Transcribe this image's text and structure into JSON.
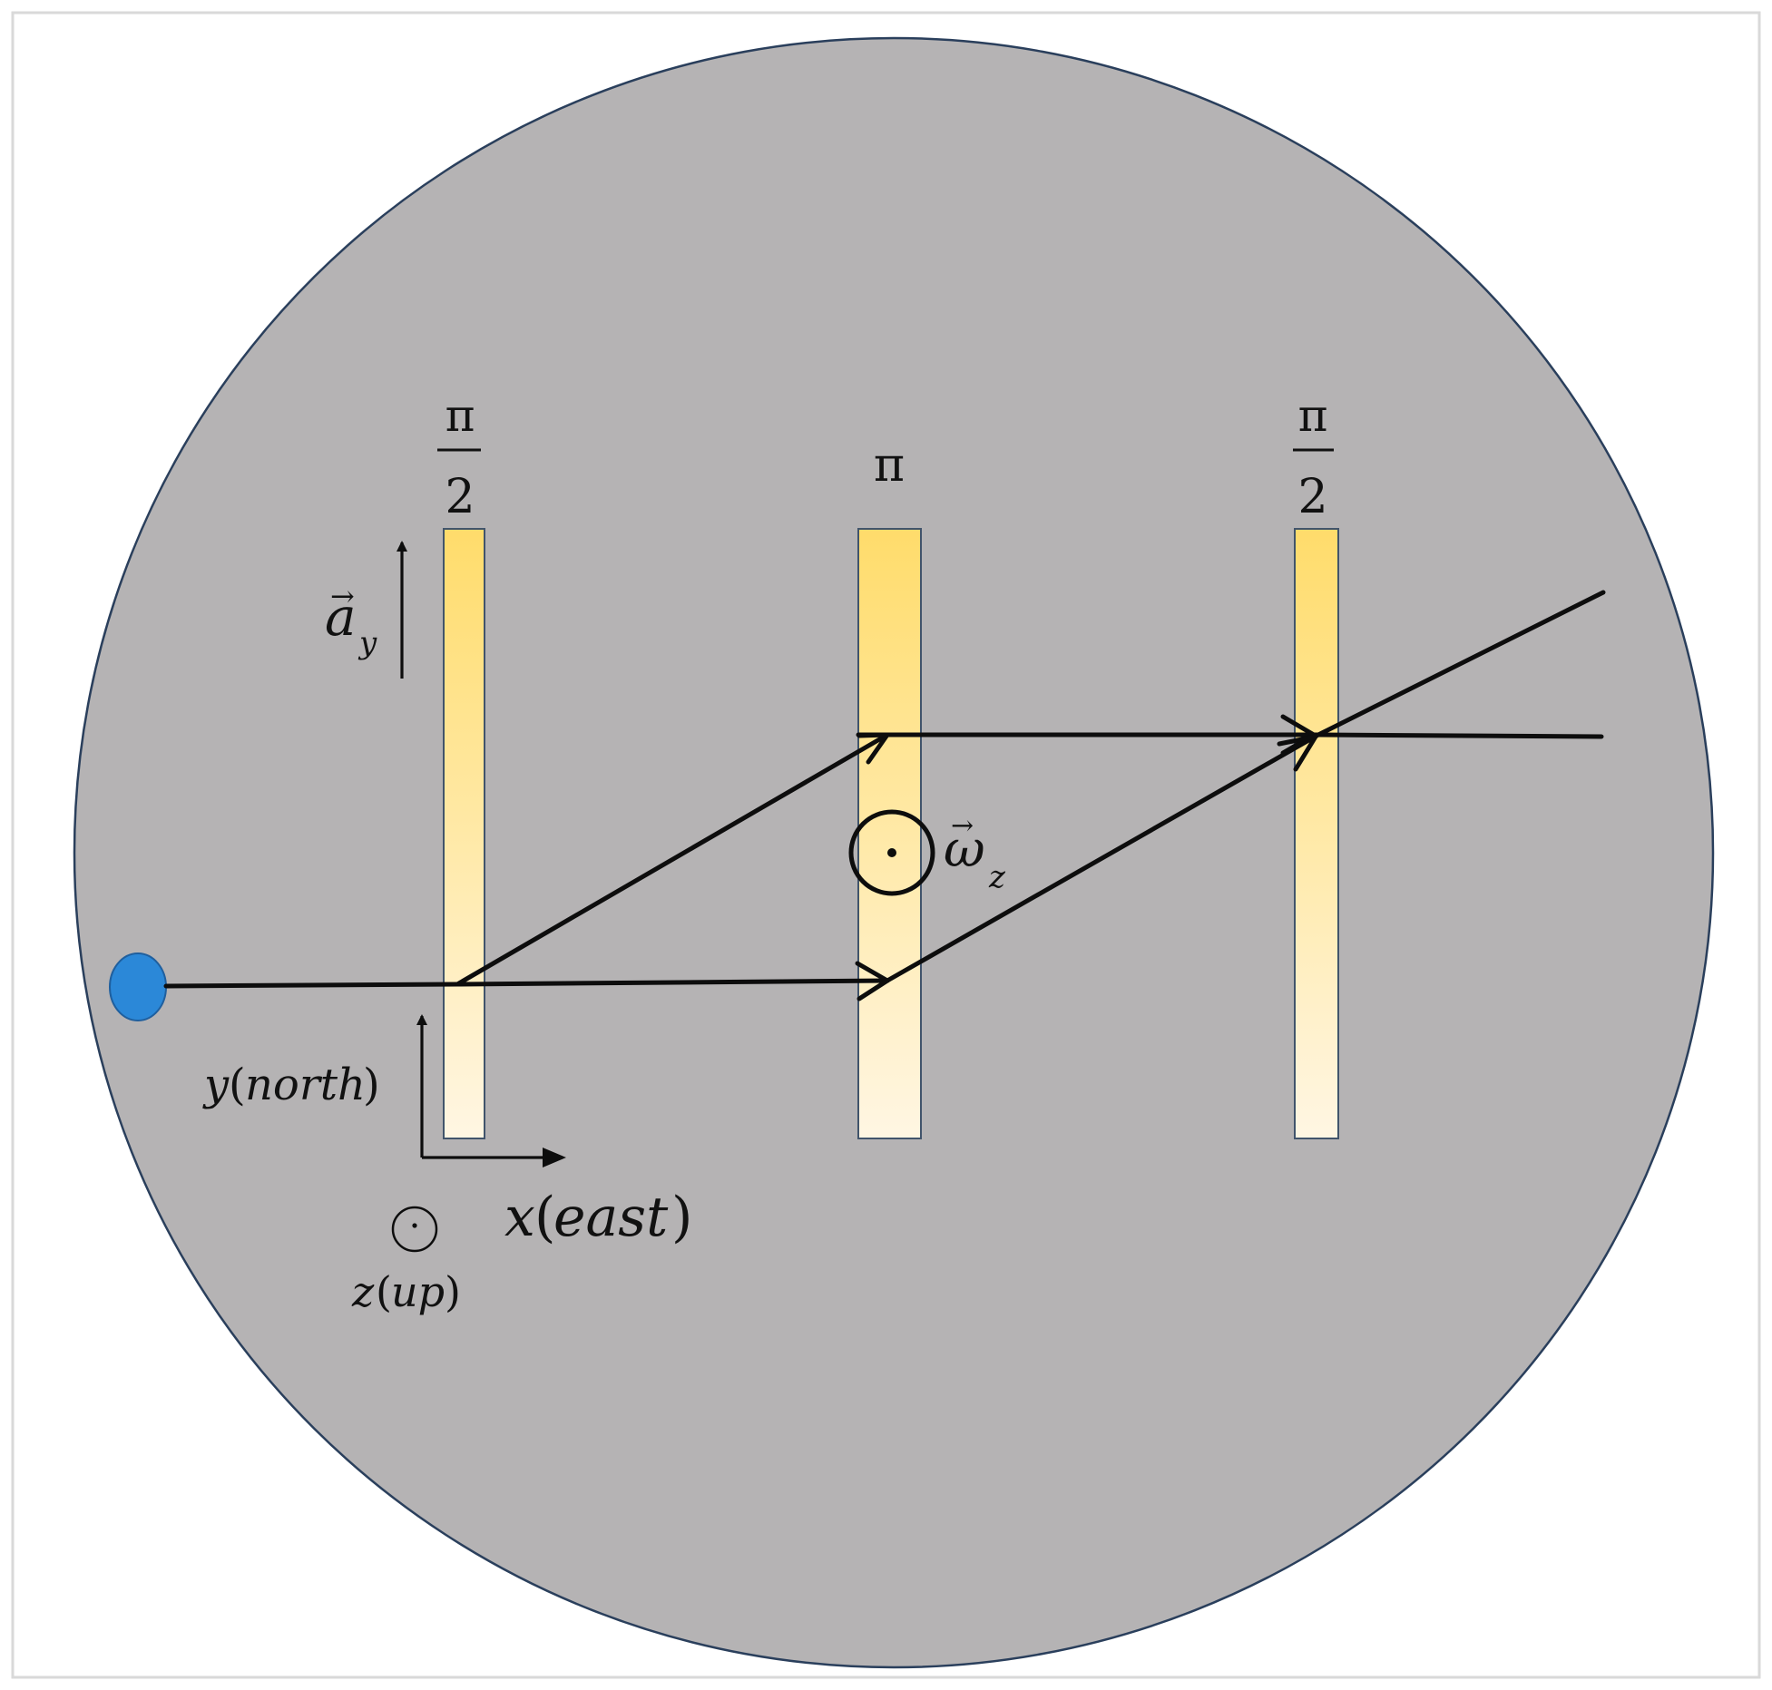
{
  "colors": {
    "frame_border": "#d9d9d9",
    "disk_fill": "#b5b3b4",
    "disk_stroke": "#2a3f5c",
    "pulse_gradient_top": "#ffdc6b",
    "pulse_gradient_bottom": "#fff6e3",
    "pulse_stroke": "#41546b",
    "atom_fill": "#2b88d8",
    "atom_stroke": "#1f5f9e",
    "line": "#0d0d0d"
  },
  "pulses": [
    {
      "numerator": "π",
      "denominator": "2"
    },
    {
      "symbol": "π"
    },
    {
      "numerator": "π",
      "denominator": "2"
    }
  ],
  "acceleration": {
    "vector_base": "a",
    "subscript": "y"
  },
  "rotation": {
    "vector_base": "ω",
    "subscript": "z"
  },
  "axes": {
    "y_symbol": "y",
    "y_word": "north",
    "x_symbol": "x",
    "x_word": "east",
    "z_symbol": "z",
    "z_word": "up"
  },
  "icons": [
    "atom-source-icon",
    "out-of-plane-dot-icon"
  ]
}
